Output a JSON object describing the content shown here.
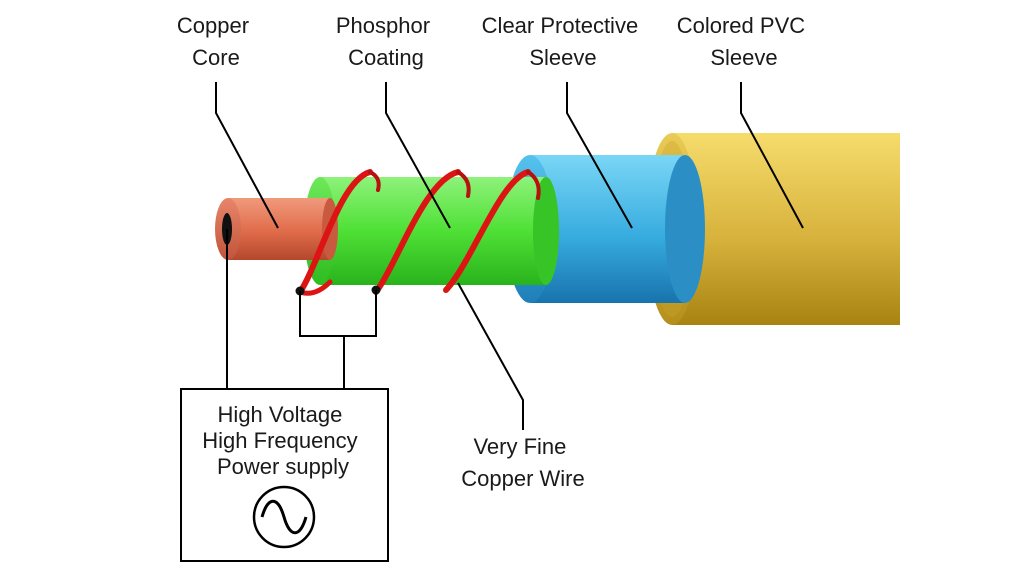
{
  "labels": {
    "copper_core": [
      "Copper",
      "Core"
    ],
    "phosphor_coating": [
      "Phosphor",
      "Coating"
    ],
    "clear_sleeve": [
      "Clear Protective",
      "Sleeve"
    ],
    "pvc_sleeve": [
      "Colored PVC",
      "Sleeve"
    ],
    "fine_wire": [
      "Very Fine",
      "Copper Wire"
    ],
    "power_supply": [
      "High Voltage",
      "High Frequency",
      "Power supply"
    ]
  },
  "icons": {
    "ac_source": "ac-sine-wave-icon"
  },
  "colors": {
    "copper": "#e0704f",
    "phosphor": "#5ee83e",
    "clear_sleeve": "#3cb4e6",
    "pvc": "#d9b436",
    "fine_wire": "#dc1414"
  }
}
